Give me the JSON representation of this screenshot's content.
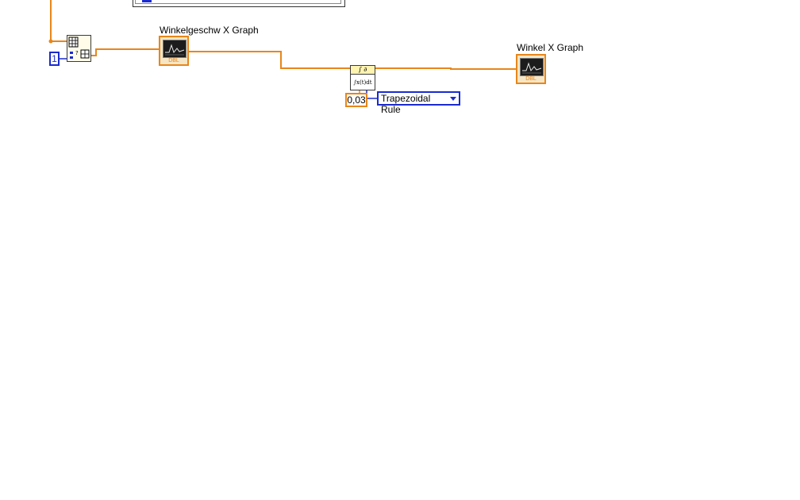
{
  "diagram": {
    "graph_indicators": [
      {
        "label": "Winkelgeschw X Graph",
        "type_text": "DBL"
      },
      {
        "label": "Winkel X Graph",
        "type_text": "DBL"
      }
    ],
    "index_constant": "1",
    "integration": {
      "header_symbol": "∫ ∂",
      "body_text": "∫x(t)dt",
      "dt_constant": "0,03",
      "method_selected": "Trapezoidal Rule"
    },
    "colors": {
      "wire_dbl": "#e8861a",
      "wire_int": "#1b2bcf",
      "background": "#ffffff"
    }
  }
}
